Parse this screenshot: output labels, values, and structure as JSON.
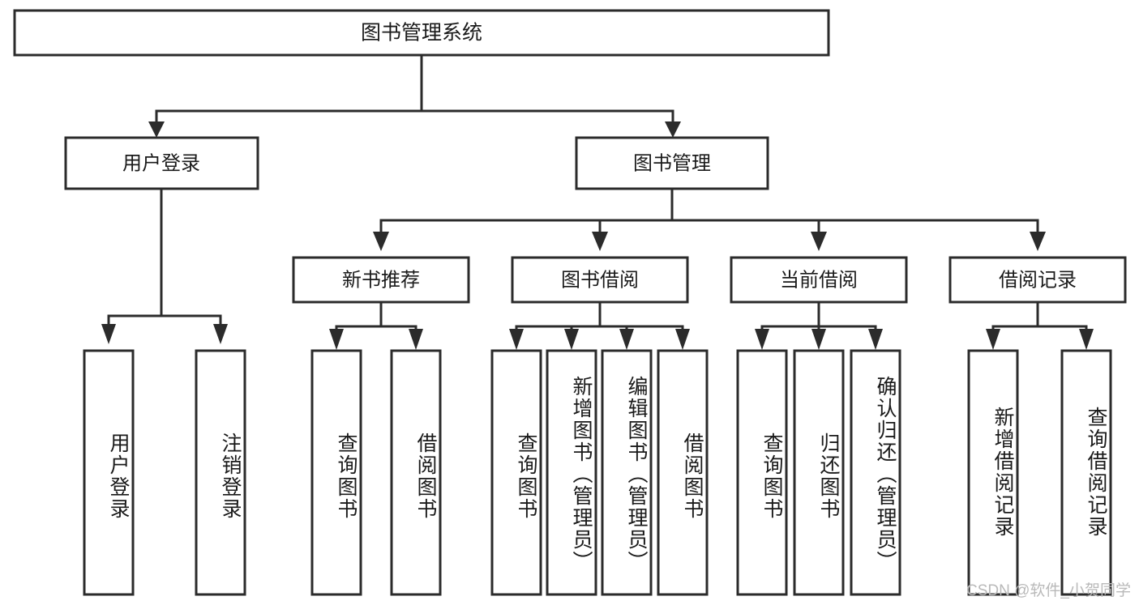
{
  "diagram": {
    "title": "图书管理系统",
    "type": "hierarchy-tree",
    "root": {
      "id": "root",
      "label": "图书管理系统"
    },
    "level2": [
      {
        "id": "user-login",
        "label": "用户登录"
      },
      {
        "id": "book-manage",
        "label": "图书管理"
      }
    ],
    "level3": [
      {
        "id": "new-book-recommend",
        "label": "新书推荐"
      },
      {
        "id": "book-borrow",
        "label": "图书借阅"
      },
      {
        "id": "current-borrow",
        "label": "当前借阅"
      },
      {
        "id": "borrow-record",
        "label": "借阅记录"
      }
    ],
    "leaves": {
      "user_login": [
        {
          "id": "leaf-user-login",
          "label": "用户登录"
        },
        {
          "id": "leaf-logout-login",
          "label": "注销登录"
        }
      ],
      "new_book_recommend": [
        {
          "id": "leaf-query-book-1",
          "label": "查询图书"
        },
        {
          "id": "leaf-borrow-book-1",
          "label": "借阅图书"
        }
      ],
      "book_borrow": [
        {
          "id": "leaf-query-book-2",
          "label": "查询图书"
        },
        {
          "id": "leaf-add-book",
          "label": "新增图书（管理员）"
        },
        {
          "id": "leaf-edit-book",
          "label": "编辑图书（管理员）"
        },
        {
          "id": "leaf-borrow-book-2",
          "label": "借阅图书"
        }
      ],
      "current_borrow": [
        {
          "id": "leaf-query-book-3",
          "label": "查询图书"
        },
        {
          "id": "leaf-return-book",
          "label": "归还图书"
        },
        {
          "id": "leaf-confirm-return",
          "label": "确认归还（管理员）"
        }
      ],
      "borrow_record": [
        {
          "id": "leaf-add-record",
          "label": "新增借阅记录"
        },
        {
          "id": "leaf-query-record",
          "label": "查询借阅记录"
        }
      ]
    },
    "colors": {
      "box_stroke": "#2b2b2b",
      "box_fill": "#ffffff",
      "connector": "#2b2b2b",
      "text": "#1a1a1a",
      "background": "#ffffff",
      "watermark": "#b9b9b9"
    }
  },
  "watermark": {
    "text": "CSDN @软件_小贺同学"
  }
}
